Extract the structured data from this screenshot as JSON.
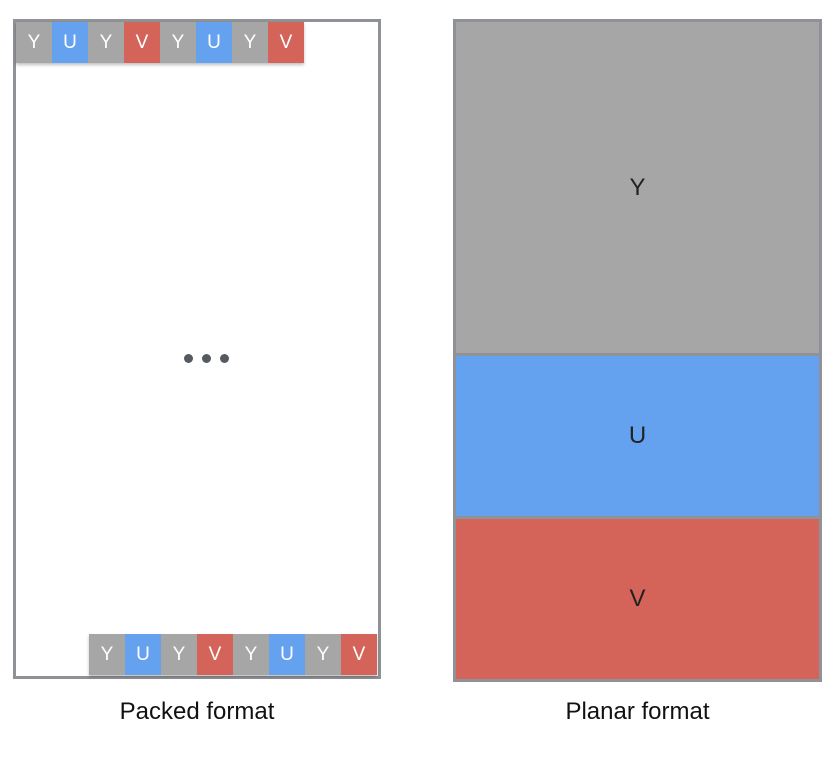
{
  "colors": {
    "y": "#a6a6a6",
    "u": "#64a2f0",
    "v": "#d4645a",
    "border": "#8f9296",
    "ellipsis": "#555a61"
  },
  "packed": {
    "caption": "Packed format",
    "top_row": [
      "Y",
      "U",
      "Y",
      "V",
      "Y",
      "U",
      "Y",
      "V"
    ],
    "bottom_row": [
      "Y",
      "U",
      "Y",
      "V",
      "Y",
      "U",
      "Y",
      "V"
    ]
  },
  "planar": {
    "caption": "Planar format",
    "planes": [
      "Y",
      "U",
      "V"
    ]
  }
}
